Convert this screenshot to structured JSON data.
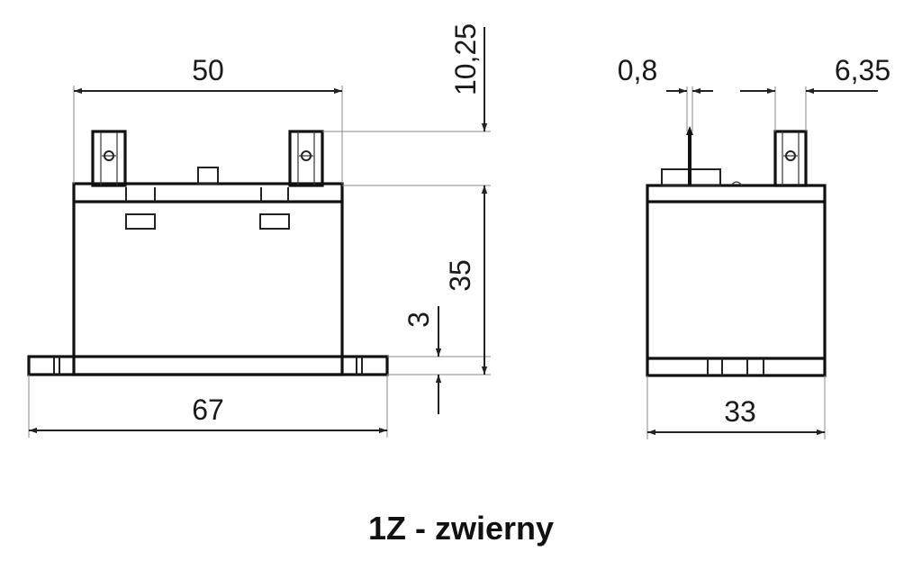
{
  "front_view": {
    "width_top": "50",
    "height_terminal": "10,25",
    "height_body": "35",
    "flange_thickness": "3",
    "width_base": "67"
  },
  "side_view": {
    "pin_thickness": "0,8",
    "tab_width": "6,35",
    "depth": "33"
  },
  "caption": "1Z - zwierny"
}
